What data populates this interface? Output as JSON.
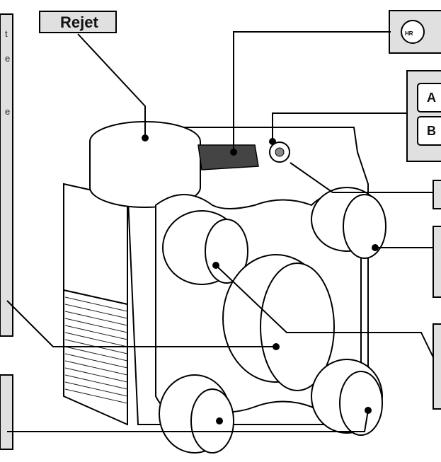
{
  "labels": {
    "top_left_title": "Rejet",
    "hr_icon_text": "HR",
    "panel_a": "A",
    "panel_b": "B"
  },
  "cut_text_left": [
    "t",
    "e",
    "e"
  ],
  "colors": {
    "label_fill": "#e0e0e0",
    "line": "#000000",
    "device_fill": "#ffffff",
    "grille": "#222222"
  }
}
